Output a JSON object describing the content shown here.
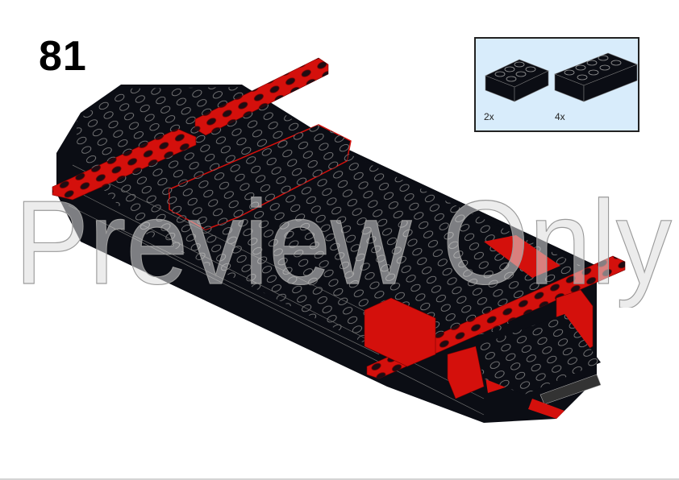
{
  "step": {
    "number": "81"
  },
  "parts_callout": {
    "background": "#d8ecfb",
    "border": "#222222",
    "items": [
      {
        "part": "brick-2x3-black",
        "qty": "2x",
        "color": "#0b0d14"
      },
      {
        "part": "brick-2x4-black",
        "qty": "4x",
        "color": "#0b0d14"
      }
    ]
  },
  "model": {
    "description": "Isometric LEGO assembly, black body with red plates",
    "colors": {
      "black": "#0b0d14",
      "red": "#d4100c",
      "stud_outline": "#8a8a8a"
    }
  },
  "watermark": {
    "text": "Preview Only"
  }
}
